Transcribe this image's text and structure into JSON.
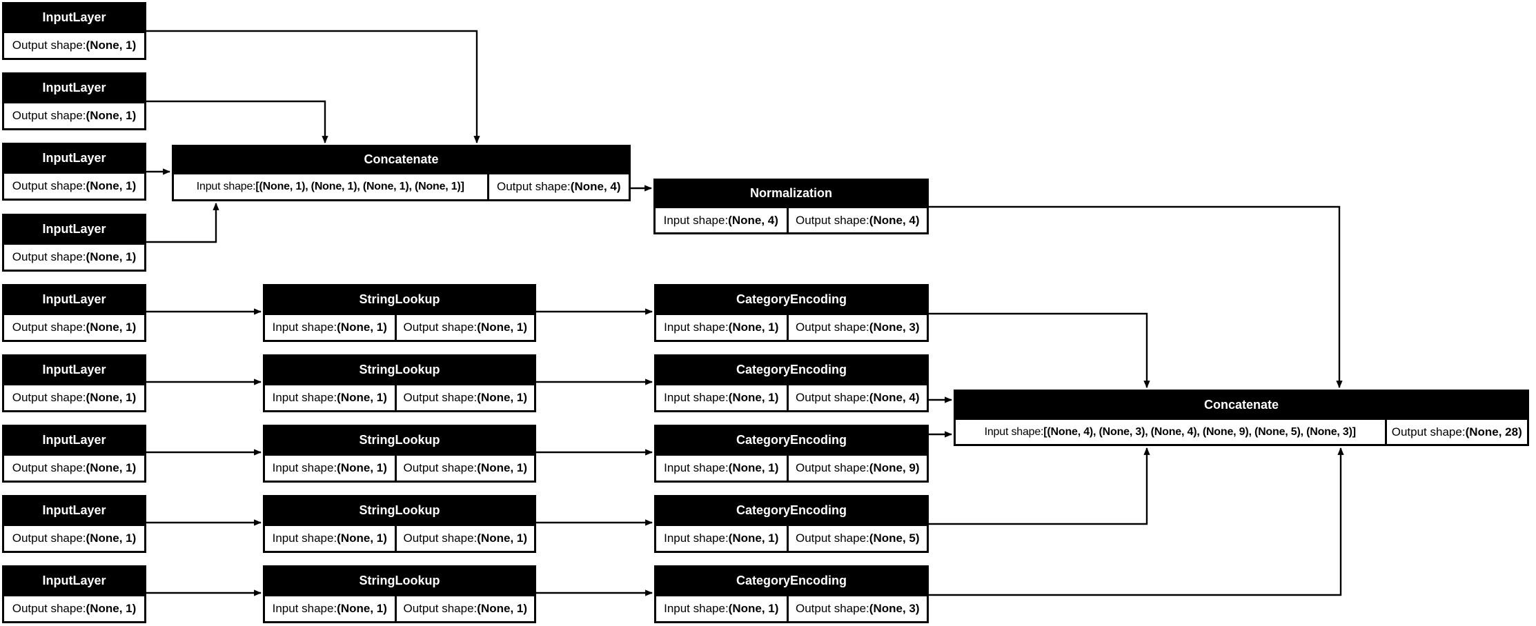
{
  "diagram": {
    "background_color": "#ffffff",
    "node_title_bg": "#000000",
    "node_title_color": "#ffffff",
    "node_cell_bg": "#ffffff",
    "node_cell_color": "#000000",
    "edge_color": "#000000",
    "nodes": [
      {
        "id": "input-1",
        "title": "InputLayer",
        "cells": [
          {
            "label": "Output shape: ",
            "value": "(None, 1)"
          }
        ]
      },
      {
        "id": "input-2",
        "title": "InputLayer",
        "cells": [
          {
            "label": "Output shape: ",
            "value": "(None, 1)"
          }
        ]
      },
      {
        "id": "input-3",
        "title": "InputLayer",
        "cells": [
          {
            "label": "Output shape: ",
            "value": "(None, 1)"
          }
        ]
      },
      {
        "id": "input-4",
        "title": "InputLayer",
        "cells": [
          {
            "label": "Output shape: ",
            "value": "(None, 1)"
          }
        ]
      },
      {
        "id": "concat-a",
        "title": "Concatenate",
        "cells": [
          {
            "label": "Input shape: ",
            "value": "[(None, 1), (None, 1), (None, 1), (None, 1)]"
          },
          {
            "label": "Output shape: ",
            "value": "(None, 4)"
          }
        ]
      },
      {
        "id": "normalization",
        "title": "Normalization",
        "cells": [
          {
            "label": "Input shape: ",
            "value": "(None, 4)"
          },
          {
            "label": "Output shape: ",
            "value": "(None, 4)"
          }
        ]
      },
      {
        "id": "input-5",
        "title": "InputLayer",
        "cells": [
          {
            "label": "Output shape: ",
            "value": "(None, 1)"
          }
        ]
      },
      {
        "id": "lookup-5",
        "title": "StringLookup",
        "cells": [
          {
            "label": "Input shape: ",
            "value": "(None, 1)"
          },
          {
            "label": "Output shape: ",
            "value": "(None, 1)"
          }
        ]
      },
      {
        "id": "catenc-5",
        "title": "CategoryEncoding",
        "cells": [
          {
            "label": "Input shape: ",
            "value": "(None, 1)"
          },
          {
            "label": "Output shape: ",
            "value": "(None, 3)"
          }
        ]
      },
      {
        "id": "input-6",
        "title": "InputLayer",
        "cells": [
          {
            "label": "Output shape: ",
            "value": "(None, 1)"
          }
        ]
      },
      {
        "id": "lookup-6",
        "title": "StringLookup",
        "cells": [
          {
            "label": "Input shape: ",
            "value": "(None, 1)"
          },
          {
            "label": "Output shape: ",
            "value": "(None, 1)"
          }
        ]
      },
      {
        "id": "catenc-6",
        "title": "CategoryEncoding",
        "cells": [
          {
            "label": "Input shape: ",
            "value": "(None, 1)"
          },
          {
            "label": "Output shape: ",
            "value": "(None, 4)"
          }
        ]
      },
      {
        "id": "input-7",
        "title": "InputLayer",
        "cells": [
          {
            "label": "Output shape: ",
            "value": "(None, 1)"
          }
        ]
      },
      {
        "id": "lookup-7",
        "title": "StringLookup",
        "cells": [
          {
            "label": "Input shape: ",
            "value": "(None, 1)"
          },
          {
            "label": "Output shape: ",
            "value": "(None, 1)"
          }
        ]
      },
      {
        "id": "catenc-7",
        "title": "CategoryEncoding",
        "cells": [
          {
            "label": "Input shape: ",
            "value": "(None, 1)"
          },
          {
            "label": "Output shape: ",
            "value": "(None, 9)"
          }
        ]
      },
      {
        "id": "input-8",
        "title": "InputLayer",
        "cells": [
          {
            "label": "Output shape: ",
            "value": "(None, 1)"
          }
        ]
      },
      {
        "id": "lookup-8",
        "title": "StringLookup",
        "cells": [
          {
            "label": "Input shape: ",
            "value": "(None, 1)"
          },
          {
            "label": "Output shape: ",
            "value": "(None, 1)"
          }
        ]
      },
      {
        "id": "catenc-8",
        "title": "CategoryEncoding",
        "cells": [
          {
            "label": "Input shape: ",
            "value": "(None, 1)"
          },
          {
            "label": "Output shape: ",
            "value": "(None, 5)"
          }
        ]
      },
      {
        "id": "input-9",
        "title": "InputLayer",
        "cells": [
          {
            "label": "Output shape: ",
            "value": "(None, 1)"
          }
        ]
      },
      {
        "id": "lookup-9",
        "title": "StringLookup",
        "cells": [
          {
            "label": "Input shape: ",
            "value": "(None, 1)"
          },
          {
            "label": "Output shape: ",
            "value": "(None, 1)"
          }
        ]
      },
      {
        "id": "catenc-9",
        "title": "CategoryEncoding",
        "cells": [
          {
            "label": "Input shape: ",
            "value": "(None, 1)"
          },
          {
            "label": "Output shape: ",
            "value": "(None, 3)"
          }
        ]
      },
      {
        "id": "concat-b",
        "title": "Concatenate",
        "cells": [
          {
            "label": "Input shape: ",
            "value": "[(None, 4), (None, 3), (None, 4), (None, 9), (None, 5), (None, 3)]"
          },
          {
            "label": "Output shape: ",
            "value": "(None, 28)"
          }
        ]
      }
    ],
    "edges": [
      {
        "from": "input-1",
        "to": "concat-a"
      },
      {
        "from": "input-2",
        "to": "concat-a"
      },
      {
        "from": "input-3",
        "to": "concat-a"
      },
      {
        "from": "input-4",
        "to": "concat-a"
      },
      {
        "from": "concat-a",
        "to": "normalization"
      },
      {
        "from": "normalization",
        "to": "concat-b"
      },
      {
        "from": "input-5",
        "to": "lookup-5"
      },
      {
        "from": "lookup-5",
        "to": "catenc-5"
      },
      {
        "from": "catenc-5",
        "to": "concat-b"
      },
      {
        "from": "input-6",
        "to": "lookup-6"
      },
      {
        "from": "lookup-6",
        "to": "catenc-6"
      },
      {
        "from": "catenc-6",
        "to": "concat-b"
      },
      {
        "from": "input-7",
        "to": "lookup-7"
      },
      {
        "from": "lookup-7",
        "to": "catenc-7"
      },
      {
        "from": "catenc-7",
        "to": "concat-b"
      },
      {
        "from": "input-8",
        "to": "lookup-8"
      },
      {
        "from": "lookup-8",
        "to": "catenc-8"
      },
      {
        "from": "catenc-8",
        "to": "concat-b"
      },
      {
        "from": "input-9",
        "to": "lookup-9"
      },
      {
        "from": "lookup-9",
        "to": "catenc-9"
      },
      {
        "from": "catenc-9",
        "to": "concat-b"
      }
    ]
  }
}
